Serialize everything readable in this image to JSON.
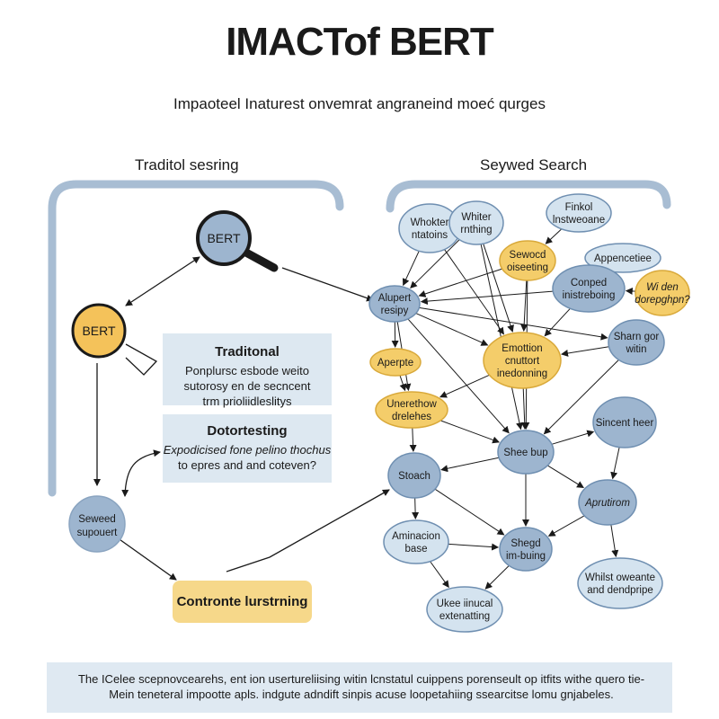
{
  "title": "IMACTof BERT",
  "subtitle": "Impaoteel Inaturest onvemrat angraneind moeć qurges",
  "left_section": {
    "heading": "Traditol sesring",
    "nodes": {
      "bert_search": "BERT",
      "bert_main": "BERT",
      "seweed": [
        "Seweed",
        "supouert"
      ]
    },
    "traditional_box": {
      "title": "Traditonal",
      "lines": [
        "Ponplursc esbode weito",
        "sutorosy en de secncent",
        "trm prioliidleslitys"
      ]
    },
    "doto_box": {
      "title": "Dotortesting",
      "lines": [
        "Expodicised fone pelino thochus",
        "to epres and and coteven?"
      ]
    },
    "pill": "Contronte lurstrning"
  },
  "right_section": {
    "heading": "Seywed Search",
    "nodes": [
      {
        "id": "whokter",
        "lines": [
          "Whokter",
          "ntatoins"
        ],
        "kind": "blue-light"
      },
      {
        "id": "whiter",
        "lines": [
          "Whiter",
          "rnthing"
        ],
        "kind": "blue-light"
      },
      {
        "id": "finkol",
        "lines": [
          "Finkol",
          "lnstweoane"
        ],
        "kind": "blue-light"
      },
      {
        "id": "sewocd",
        "lines": [
          "Sewocd",
          "oiseeting"
        ],
        "kind": "yellow"
      },
      {
        "id": "appence",
        "lines": [
          "Appencetiee"
        ],
        "kind": "blue-light"
      },
      {
        "id": "conped",
        "lines": [
          "Conped",
          "inistreboing"
        ],
        "kind": "blue"
      },
      {
        "id": "wider",
        "lines": [
          "Wi den",
          "dorepghpn?"
        ],
        "kind": "yellow",
        "italic": true
      },
      {
        "id": "alupert",
        "lines": [
          "Alupert",
          "resipy"
        ],
        "kind": "blue"
      },
      {
        "id": "emotion",
        "lines": [
          "Emottion",
          "cnuttort",
          "inedonning"
        ],
        "kind": "yellow"
      },
      {
        "id": "sharn",
        "lines": [
          "Sharn gor",
          "witin"
        ],
        "kind": "blue"
      },
      {
        "id": "aperpte",
        "lines": [
          "Aperpte"
        ],
        "kind": "yellow"
      },
      {
        "id": "unerethow",
        "lines": [
          "Unerethow",
          "drelehes"
        ],
        "kind": "yellow"
      },
      {
        "id": "sincent",
        "lines": [
          "Sincent heer"
        ],
        "kind": "blue"
      },
      {
        "id": "sheebup",
        "lines": [
          "Shee bup"
        ],
        "kind": "blue"
      },
      {
        "id": "stoach",
        "lines": [
          "Stoach"
        ],
        "kind": "blue"
      },
      {
        "id": "aprutirom",
        "lines": [
          "Aprutirom"
        ],
        "kind": "blue",
        "italic": true
      },
      {
        "id": "aminacion",
        "lines": [
          "Aminacion",
          "base"
        ],
        "kind": "blue-light"
      },
      {
        "id": "shegd",
        "lines": [
          "Shegd",
          "im-buing"
        ],
        "kind": "blue"
      },
      {
        "id": "whilst",
        "lines": [
          "Whilst oweante",
          "and dendpripe"
        ],
        "kind": "blue-light"
      },
      {
        "id": "ukee",
        "lines": [
          "Ukee iinucal",
          "extenatting"
        ],
        "kind": "blue-light"
      }
    ]
  },
  "footer": {
    "lines": [
      "The ICelee scepnovcearehs, ent ion usertureliising witin lcnstatul cuippens porenseult op itfits withe quero tie-",
      "Mein teneteral impootte apls. indgute adndift sinpis acuse loopetahiing ssearcitse lomu gnjabeles."
    ]
  },
  "colors": {
    "blue_node": "#9db5cf",
    "blue_light_node": "#d4e3ef",
    "yellow_node": "#f4cd6a",
    "node_stroke": "#6f8fb1",
    "yellow_stroke": "#d9a93a",
    "bracket": "#a8bdd3",
    "box_fill": "#dde8f1",
    "pill_fill": "#f6d88a"
  }
}
